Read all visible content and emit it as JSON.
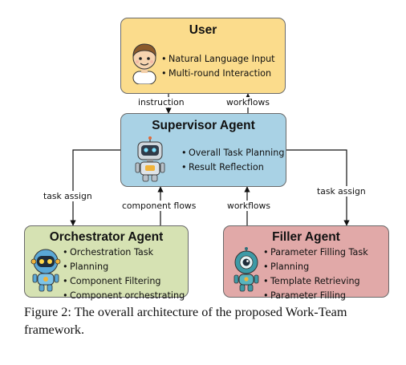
{
  "nodes": {
    "user": {
      "title": "User",
      "bullets": [
        "Natural Language Input",
        "Multi-round Interaction"
      ],
      "color": "#fbdc8c",
      "icon": "boy-avatar-icon"
    },
    "supervisor": {
      "title": "Supervisor Agent",
      "bullets": [
        "Overall Task Planning",
        "Result Reflection"
      ],
      "color": "#a9d2e5",
      "icon": "robot-icon"
    },
    "orchestrator": {
      "title": "Orchestrator Agent",
      "bullets": [
        "Orchestration Task",
        "Planning",
        "Component Filtering",
        "Component orchestrating"
      ],
      "color": "#d6e2b3",
      "icon": "round-robot-icon"
    },
    "filler": {
      "title": "Filler Agent",
      "bullets": [
        "Parameter Filling Task",
        "Planning",
        "Template Retrieving",
        "Parameter Filling"
      ],
      "color": "#e1a9a8",
      "icon": "one-eyed-robot-icon"
    }
  },
  "edges": {
    "instruction": "instruction",
    "workflows_top": "workflows",
    "task_assign_left": "task assign",
    "task_assign_right": "task assign",
    "component_flows": "component flows",
    "workflows_bottom": "workflows"
  },
  "caption": "Figure 2: The overall architecture of the proposed Work-Team framework."
}
